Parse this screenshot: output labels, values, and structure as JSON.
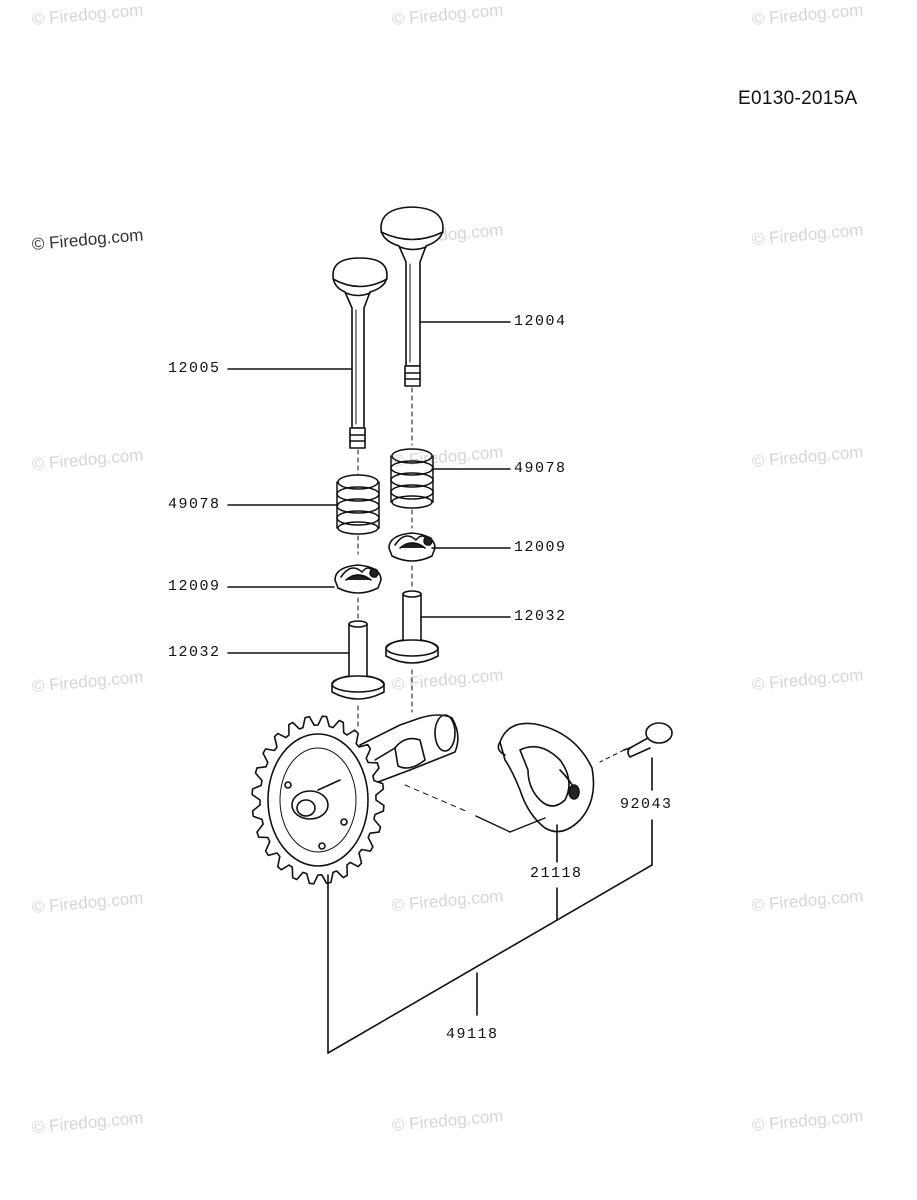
{
  "diagram_code": "E0130-2015A",
  "watermark": "© Firedog.com",
  "colors": {
    "ink": "#111111",
    "watermark": "#d6d6d6",
    "paper": "#ffffff"
  },
  "parts": [
    {
      "id": "intake-valve",
      "label": "12005"
    },
    {
      "id": "exhaust-valve",
      "label": "12004"
    },
    {
      "id": "valve-spring",
      "label": "49078"
    },
    {
      "id": "spring-retainer",
      "label": "12009"
    },
    {
      "id": "valve-lifter",
      "label": "12032"
    },
    {
      "id": "pin",
      "label": "92043"
    },
    {
      "id": "plate",
      "label": "21118"
    },
    {
      "id": "camshaft-assy",
      "label": "49118"
    }
  ]
}
